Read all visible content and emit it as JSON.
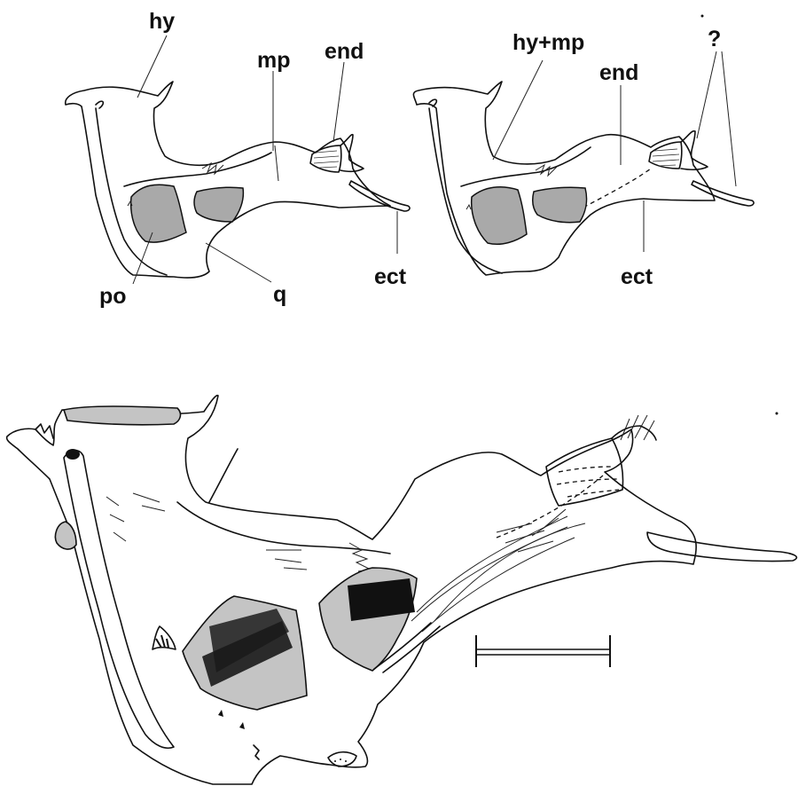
{
  "figure": {
    "panel_left_labels": {
      "hy": "hy",
      "mp": "mp",
      "end": "end",
      "po": "po",
      "q": "q",
      "ect": "ect"
    },
    "panel_right_labels": {
      "hy_mp": "hy+mp",
      "end": "end",
      "unknown": "?",
      "ect": "ect"
    }
  },
  "colors": {
    "line": "#111111",
    "cartilage_fill": "#a9a9a9",
    "bottom_fill": "#c4c4c4",
    "background": "#ffffff"
  }
}
